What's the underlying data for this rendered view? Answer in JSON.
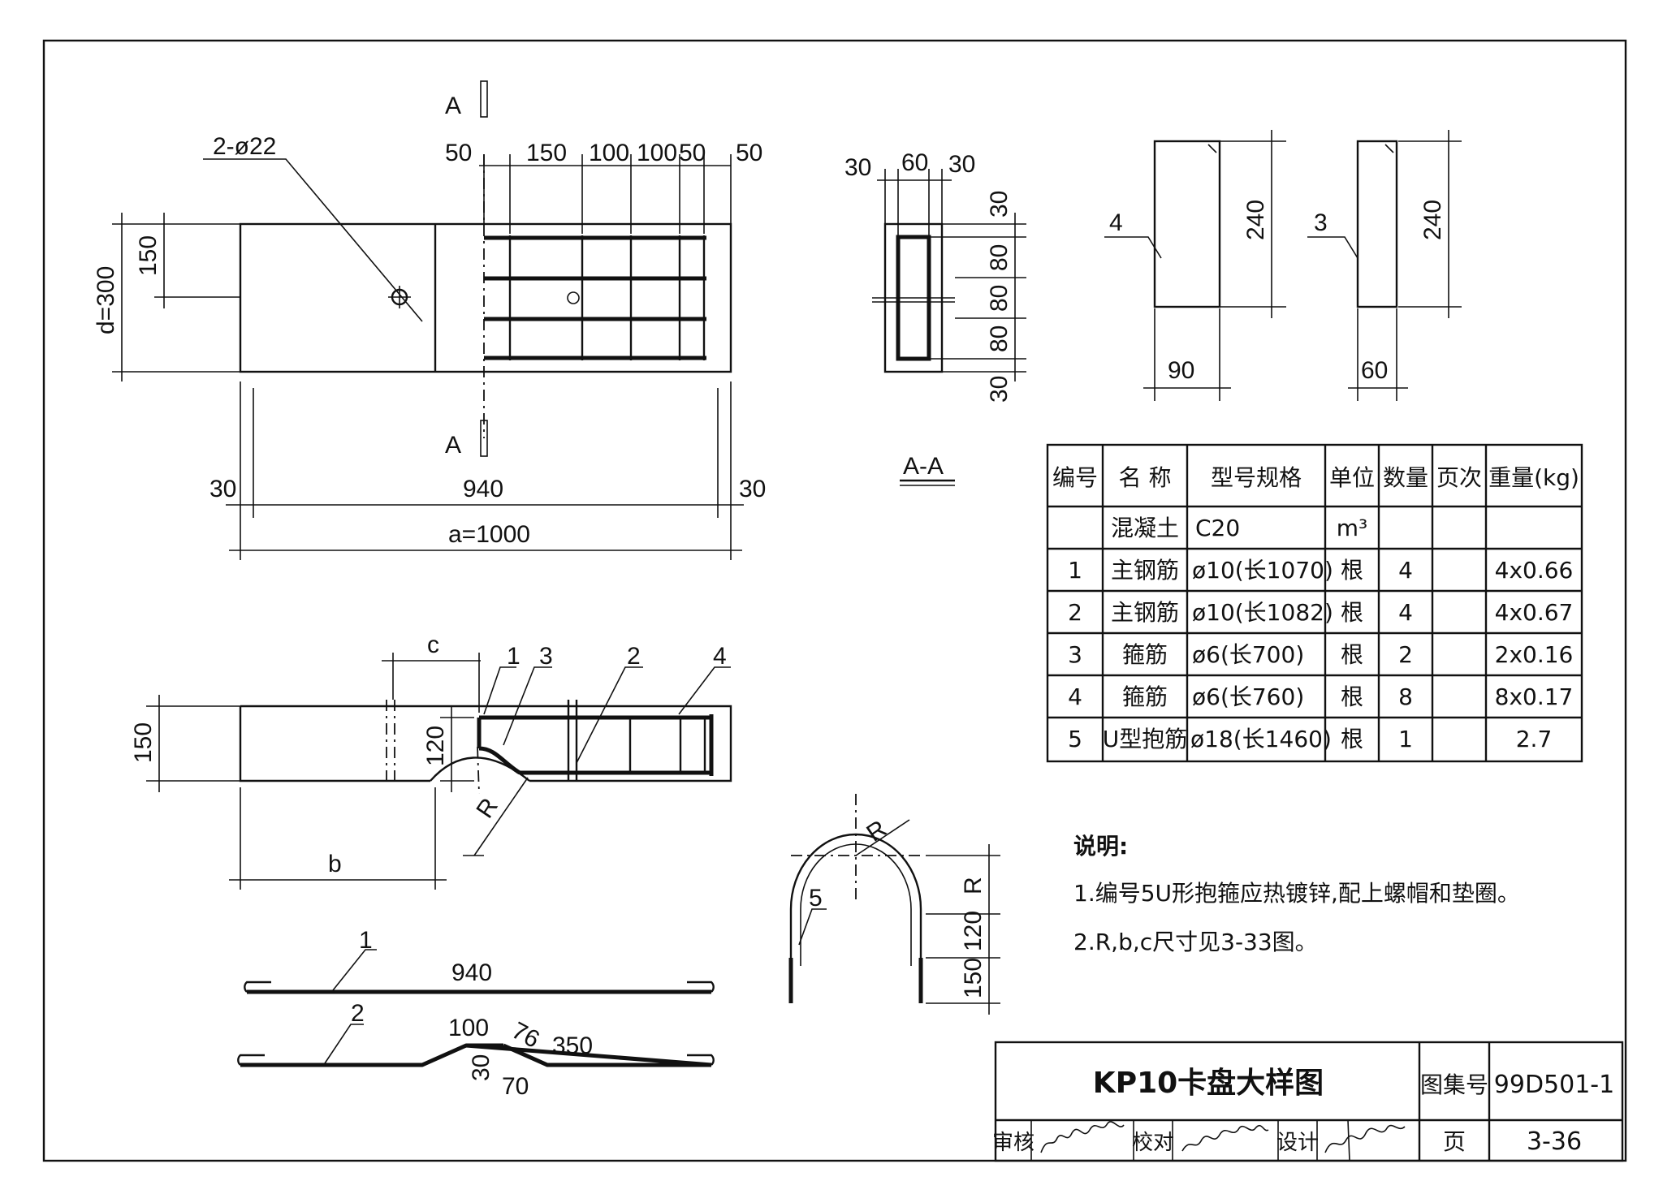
{
  "title_block": {
    "drawing_title": "KP10卡盘大样图",
    "atlas_label": "图集号",
    "atlas_no": "99D501-1",
    "review_label": "审核",
    "check_label": "校对",
    "design_label": "设计",
    "page_label": "页",
    "page_no": "3-36"
  },
  "plan_view": {
    "hole_label": "2-ø22",
    "section_mark": "A",
    "top_dims": [
      "50",
      "150",
      "100",
      "100",
      "50",
      "50"
    ],
    "left_dims": [
      "d=300",
      "150"
    ],
    "bottom_dims": [
      "30",
      "940",
      "30"
    ],
    "overall_length": "a=1000"
  },
  "section_aa": {
    "label": "A-A",
    "top_dims": [
      "30",
      "60",
      "30"
    ],
    "right_dims": [
      "30",
      "80",
      "80",
      "80",
      "30"
    ]
  },
  "stirrup_4": {
    "mark": "4",
    "height": "240",
    "width": "90"
  },
  "stirrup_3": {
    "mark": "3",
    "height": "240",
    "width": "60"
  },
  "elevation_view": {
    "dim_c": "c",
    "dim_b": "b",
    "dim_150": "150",
    "dim_120": "120",
    "dim_R": "R",
    "marks": [
      "1",
      "3",
      "2",
      "4"
    ]
  },
  "bar_1": {
    "mark": "1",
    "length": "940"
  },
  "bar_2": {
    "mark": "2",
    "dims": [
      "100",
      "76",
      "350",
      "30",
      "70"
    ]
  },
  "u_bolt": {
    "mark": "5",
    "radius": "R",
    "dims": [
      "R",
      "120",
      "150"
    ]
  },
  "material_table": {
    "headers": [
      "编号",
      "名 称",
      "型号规格",
      "单位",
      "数量",
      "页次",
      "重量(kg)"
    ],
    "rows": [
      [
        "",
        "混凝土",
        "C20",
        "m³",
        "",
        "",
        ""
      ],
      [
        "1",
        "主钢筋",
        "ø10(长1070)",
        "根",
        "4",
        "",
        "4x0.66"
      ],
      [
        "2",
        "主钢筋",
        "ø10(长1082)",
        "根",
        "4",
        "",
        "4x0.67"
      ],
      [
        "3",
        "箍筋",
        "ø6(长700)",
        "根",
        "2",
        "",
        "2x0.16"
      ],
      [
        "4",
        "箍筋",
        "ø6(长760)",
        "根",
        "8",
        "",
        "8x0.17"
      ],
      [
        "5",
        "U型抱筋",
        "ø18(长1460)",
        "根",
        "1",
        "",
        "2.7"
      ]
    ]
  },
  "notes": {
    "heading": "说明:",
    "items": [
      "1.编号5U形抱箍应热镀锌,配上螺帽和垫圈。",
      "2.R,b,c尺寸见3-33图。"
    ]
  }
}
